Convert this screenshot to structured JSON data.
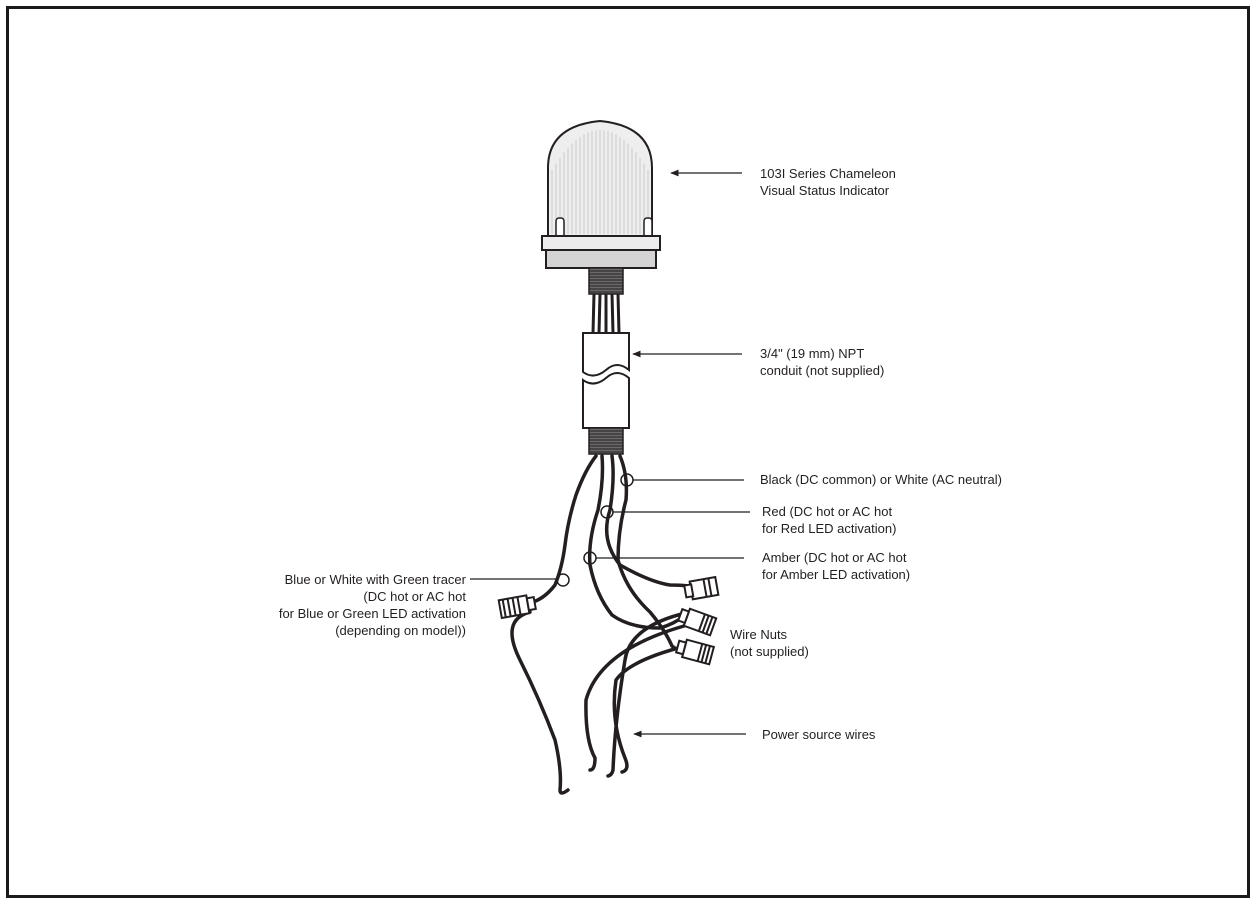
{
  "labels": {
    "indicator": [
      "103I Series Chameleon",
      "Visual Status Indicator"
    ],
    "conduit": [
      "3/4\" (19 mm) NPT",
      "conduit (not supplied)"
    ],
    "black_wire": [
      "Black (DC common) or White (AC neutral)"
    ],
    "red_wire": [
      "Red (DC hot or AC hot",
      "for Red LED activation)"
    ],
    "amber_wire": [
      "Amber (DC hot or AC hot",
      "for Amber LED activation)"
    ],
    "blue_wire": [
      "Blue or White with Green tracer",
      "(DC hot or AC hot",
      "for Blue or Green LED activation",
      "(depending on model))"
    ],
    "wire_nuts": [
      "Wire Nuts",
      "(not supplied)"
    ],
    "power_wires": [
      "Power source wires"
    ]
  },
  "colors": {
    "line": "#231f20",
    "dome_fill": "#eeeeee",
    "base_fill": "#d4d4d4",
    "frame": "#1a1a1a"
  }
}
